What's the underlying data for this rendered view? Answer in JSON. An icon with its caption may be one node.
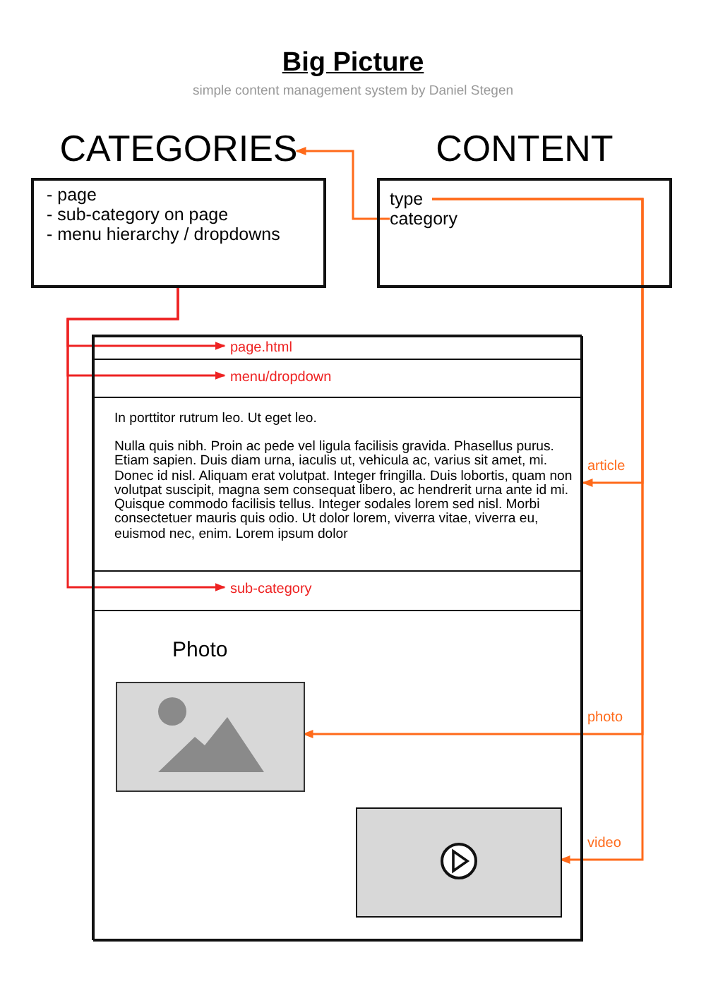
{
  "diagram": {
    "title": "Big Picture",
    "caption": "simple content management system by Daniel Stegen",
    "nodes": [
      {
        "text": [
          "CATEGORIES",
          "- page",
          "- sub-category on page",
          "- menu hierarchy / dropdowns"
        ]
      },
      {
        "text": [
          "CONTENT"
        ]
      },
      {
        "text": [
          "type"
        ],
        "in": 1
      },
      {
        "text": [
          "category"
        ],
        "in": 1
      },
      {
        "text": [],
        "shape": "box"
      },
      {
        "text": [],
        "shape": "box",
        "in": 4
      },
      {
        "text": [
          "page.html"
        ],
        "in": 5
      },
      {
        "text": [],
        "shape": "box",
        "in": 4
      },
      {
        "text": [
          "menu/dropdown"
        ],
        "in": 7
      },
      {
        "text": [
          "In porttitor rutrum leo. Ut eget leo.",
          "Nulla quis nibh. Proin ac pede vel ligula facilisis gravida. Phasellus purus. Etiam sapien. Duis diam urna, iaculis ut, vehicula ac, varius sit amet, mi. Donec id nisl. Aliquam erat volutpat. Integer fringilla. Duis lobortis, quam non volutpat suscipit, magna sem consequat libero, ac hendrerit urna ante id mi. Quisque commodo facilisis tellus. Integer sodales lorem sed nisl. Morbi consectetuer mauris quis odio. Ut dolor lorem, viverra vitae, viverra eu, euismod nec, enim. Lorem ipsum dolor"
        ],
        "in": 4
      },
      {
        "text": [],
        "shape": "box",
        "in": 4
      },
      {
        "text": [
          "sub-category"
        ],
        "in": 10
      },
      {
        "text": [],
        "shape": "box",
        "in": 4
      },
      {
        "text": [
          "Photo"
        ],
        "in": 12
      },
      {
        "text": [],
        "shape": "box",
        "in": 12
      }
    ],
    "edges": [
      {
        "from": 3,
        "to": 0,
        "arrow": "to"
      },
      {
        "from": 0,
        "to": 6,
        "arrow": "to",
        "color": "#ee2222"
      },
      {
        "from": 0,
        "to": 8,
        "arrow": "to",
        "color": "#ee2222"
      },
      {
        "from": 0,
        "to": 11,
        "arrow": "to",
        "color": "#ee2222"
      },
      {
        "from": 2,
        "to": 9,
        "arrow": "to",
        "label": "article"
      },
      {
        "from": 2,
        "to": 13,
        "arrow": "to",
        "label": "photo"
      },
      {
        "from": 2,
        "to": 14,
        "arrow": "to",
        "label": "video"
      }
    ]
  }
}
